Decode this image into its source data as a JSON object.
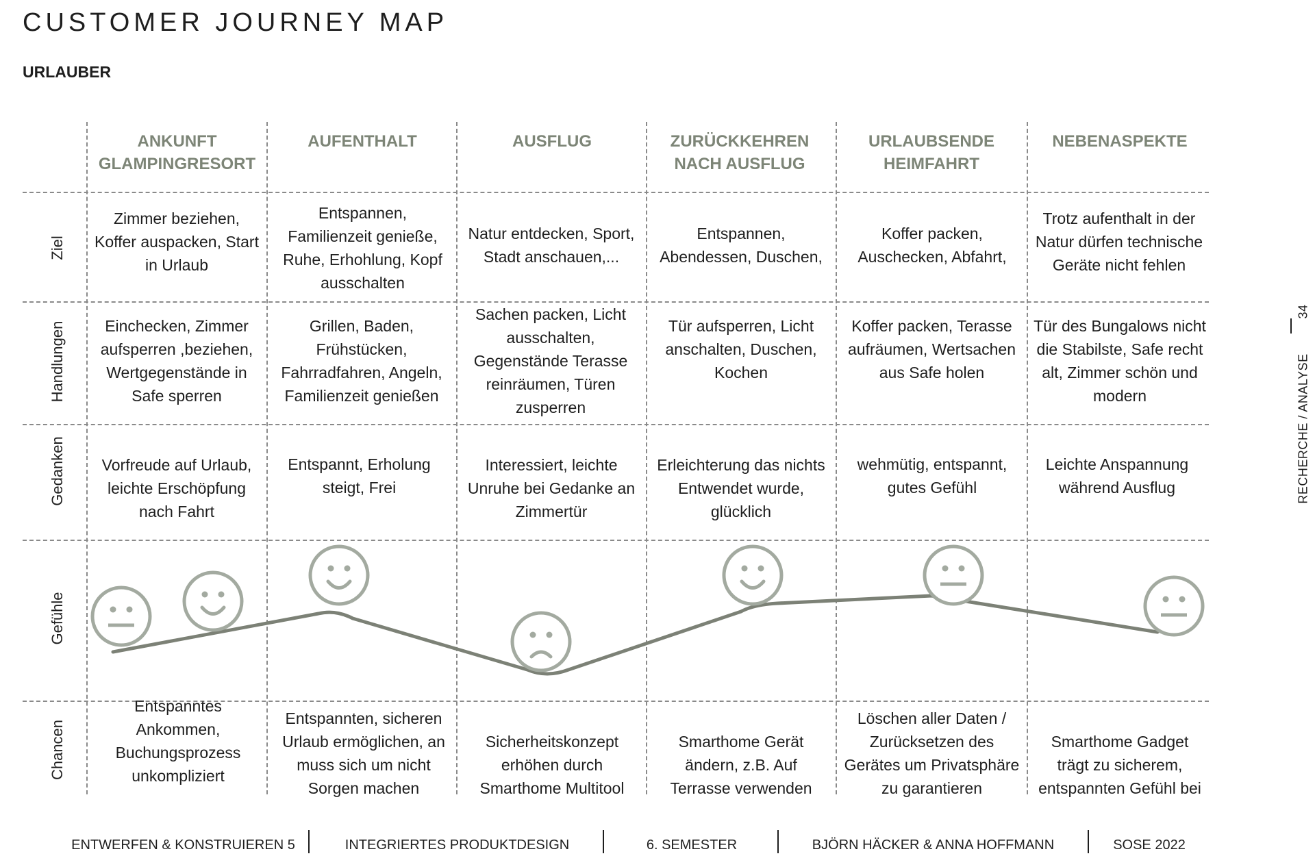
{
  "title": "CUSTOMER JOURNEY MAP",
  "subtitle": "URLAUBER",
  "side": {
    "page_number": "34",
    "section": "RECHERCHE / ANALYSE"
  },
  "columns": [
    "ANKUNFT GLAMPINGRESORT",
    "AUFENTHALT",
    "AUSFLUG",
    "ZURÜCKKEHREN NACH AUSFLUG",
    "URLAUBSENDE HEIMFAHRT",
    "NEBENASPEKTE"
  ],
  "rows": [
    {
      "label": "Ziel",
      "cells": [
        "Zimmer beziehen, Koffer auspacken, Start in Urlaub",
        "Entspannen, Familienzeit genieße, Ruhe, Erhohlung, Kopf ausschalten",
        "Natur entdecken, Sport, Stadt anschauen,...",
        "Entspannen, Abendessen, Duschen,",
        "Koffer packen, Auschecken, Abfahrt,",
        "Trotz aufenthalt in der Natur dürfen technische Geräte nicht fehlen"
      ]
    },
    {
      "label": "Handlungen",
      "cells": [
        "Einchecken, Zimmer aufsperren ,beziehen, Wertgegenstände in Safe sperren",
        "Grillen, Baden, Frühstücken, Fahrradfahren, Angeln, Familienzeit genießen",
        "Sachen packen, Licht ausschalten, Gegenstände Terasse reinräumen, Türen zusperren",
        "Tür aufsperren, Licht anschalten, Duschen, Kochen",
        "Koffer packen, Terasse aufräumen, Wertsachen aus Safe holen",
        "Tür des Bungalows nicht die Stabilste, Safe recht alt, Zimmer schön und modern"
      ]
    },
    {
      "label": "Gedanken",
      "cells": [
        "Vorfreude auf Urlaub, leichte Erschöpfung nach Fahrt",
        "Entspannt, Erholung steigt,  Frei",
        "Interessiert, leichte Unruhe bei Gedanke an Zimmertür",
        "Erleichterung das nichts Entwendet wurde, glücklich",
        "wehmütig, entspannt, gutes Gefühl",
        "Leichte Anspannung während Ausflug"
      ]
    },
    {
      "label": "Gefühle",
      "cells": []
    },
    {
      "label": "Chancen",
      "cells": [
        "Entspanntes Ankommen, Buchungsprozess unkompliziert",
        "Entspannten, sicheren Urlaub ermöglichen, an muss sich um nicht Sorgen machen",
        "Sicherheitskonzept erhöhen durch Smarthome Multitool",
        "Smarthome Gerät ändern, z.B. Auf Terrasse verwenden",
        "Löschen aller Daten / Zurücksetzen des Gerätes um Privatsphäre zu garantieren",
        "Smarthome Gadget trägt zu sicherem, entspannten Gefühl bei"
      ]
    }
  ],
  "emotions": [
    "neutral",
    "happy",
    "happy",
    "sad",
    "happy",
    "neutral",
    "neutral"
  ],
  "colors": {
    "accent": "#7d8577",
    "line": "#7c8176",
    "face": "#a3aaa0"
  },
  "footer": [
    "ENTWERFEN & KONSTRUIEREN 5",
    "INTEGRIERTES PRODUKTDESIGN",
    "6. SEMESTER",
    "BJÖRN HÄCKER  & ANNA HOFFMANN",
    "SOSE 2022"
  ]
}
